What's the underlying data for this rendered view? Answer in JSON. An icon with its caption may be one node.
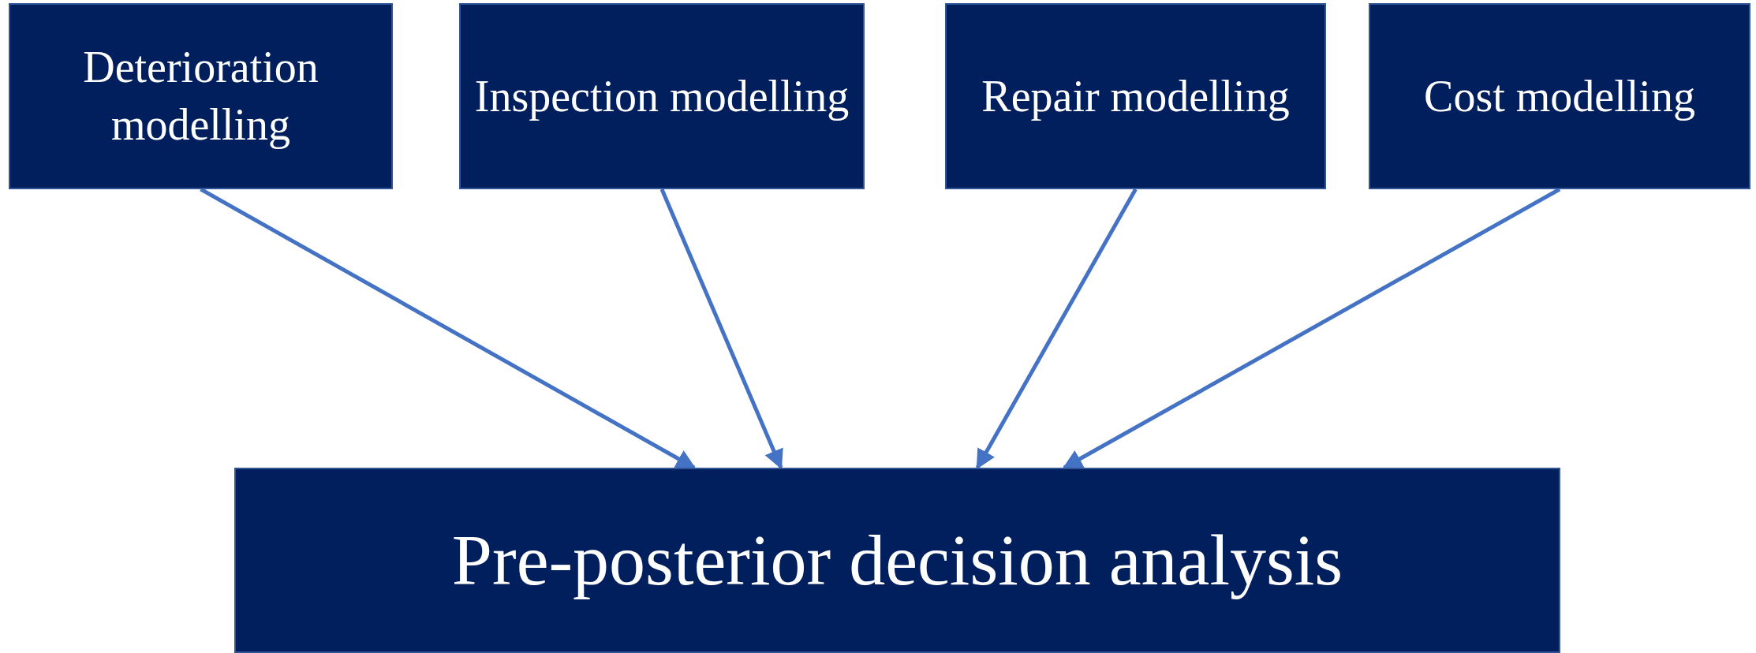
{
  "diagram": {
    "nodes": [
      {
        "text": [
          "Deterioration modelling"
        ]
      },
      {
        "text": [
          "Inspection modelling"
        ]
      },
      {
        "text": [
          "Repair modelling"
        ]
      },
      {
        "text": [
          "Cost modelling"
        ]
      },
      {
        "text": [
          "Pre-posterior decision analysis"
        ]
      }
    ],
    "edges": [
      {
        "from": 0,
        "to": 4,
        "arrow": "to"
      },
      {
        "from": 1,
        "to": 4,
        "arrow": "to"
      },
      {
        "from": 2,
        "to": 4,
        "arrow": "to"
      },
      {
        "from": 3,
        "to": 4,
        "arrow": "to"
      }
    ]
  }
}
